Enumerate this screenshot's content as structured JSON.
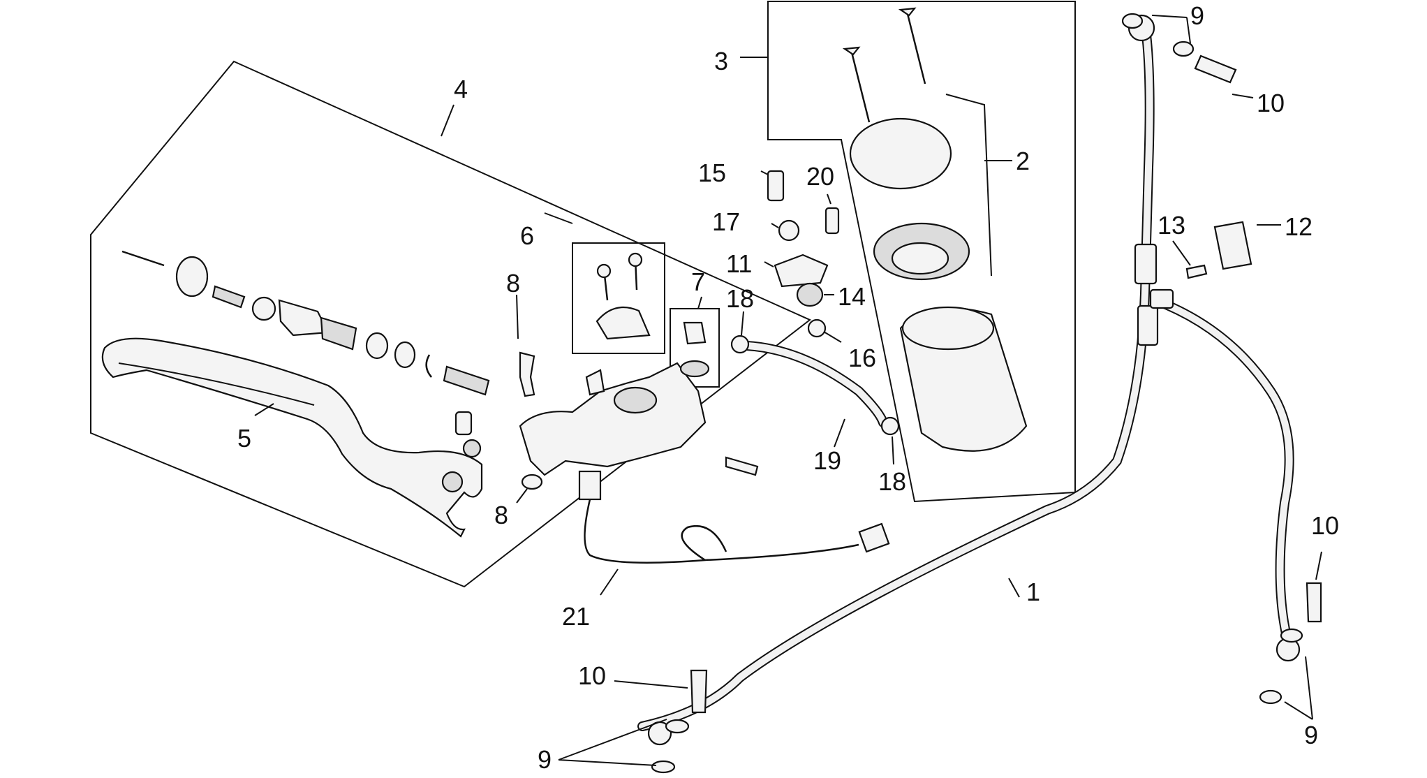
{
  "diagram": {
    "callouts": [
      {
        "id": "c1",
        "text": "1"
      },
      {
        "id": "c2",
        "text": "2"
      },
      {
        "id": "c3",
        "text": "3"
      },
      {
        "id": "c4",
        "text": "4"
      },
      {
        "id": "c5",
        "text": "5"
      },
      {
        "id": "c6",
        "text": "6"
      },
      {
        "id": "c7",
        "text": "7"
      },
      {
        "id": "c8a",
        "text": "8"
      },
      {
        "id": "c8b",
        "text": "8"
      },
      {
        "id": "c9a",
        "text": "9"
      },
      {
        "id": "c9b",
        "text": "9"
      },
      {
        "id": "c9c",
        "text": "9"
      },
      {
        "id": "c10a",
        "text": "10"
      },
      {
        "id": "c10b",
        "text": "10"
      },
      {
        "id": "c10c",
        "text": "10"
      },
      {
        "id": "c11",
        "text": "11"
      },
      {
        "id": "c12",
        "text": "12"
      },
      {
        "id": "c13",
        "text": "13"
      },
      {
        "id": "c14",
        "text": "14"
      },
      {
        "id": "c15",
        "text": "15"
      },
      {
        "id": "c16",
        "text": "16"
      },
      {
        "id": "c17",
        "text": "17"
      },
      {
        "id": "c18a",
        "text": "18"
      },
      {
        "id": "c18b",
        "text": "18"
      },
      {
        "id": "c19",
        "text": "19"
      },
      {
        "id": "c20",
        "text": "20"
      },
      {
        "id": "c21",
        "text": "21"
      }
    ]
  }
}
